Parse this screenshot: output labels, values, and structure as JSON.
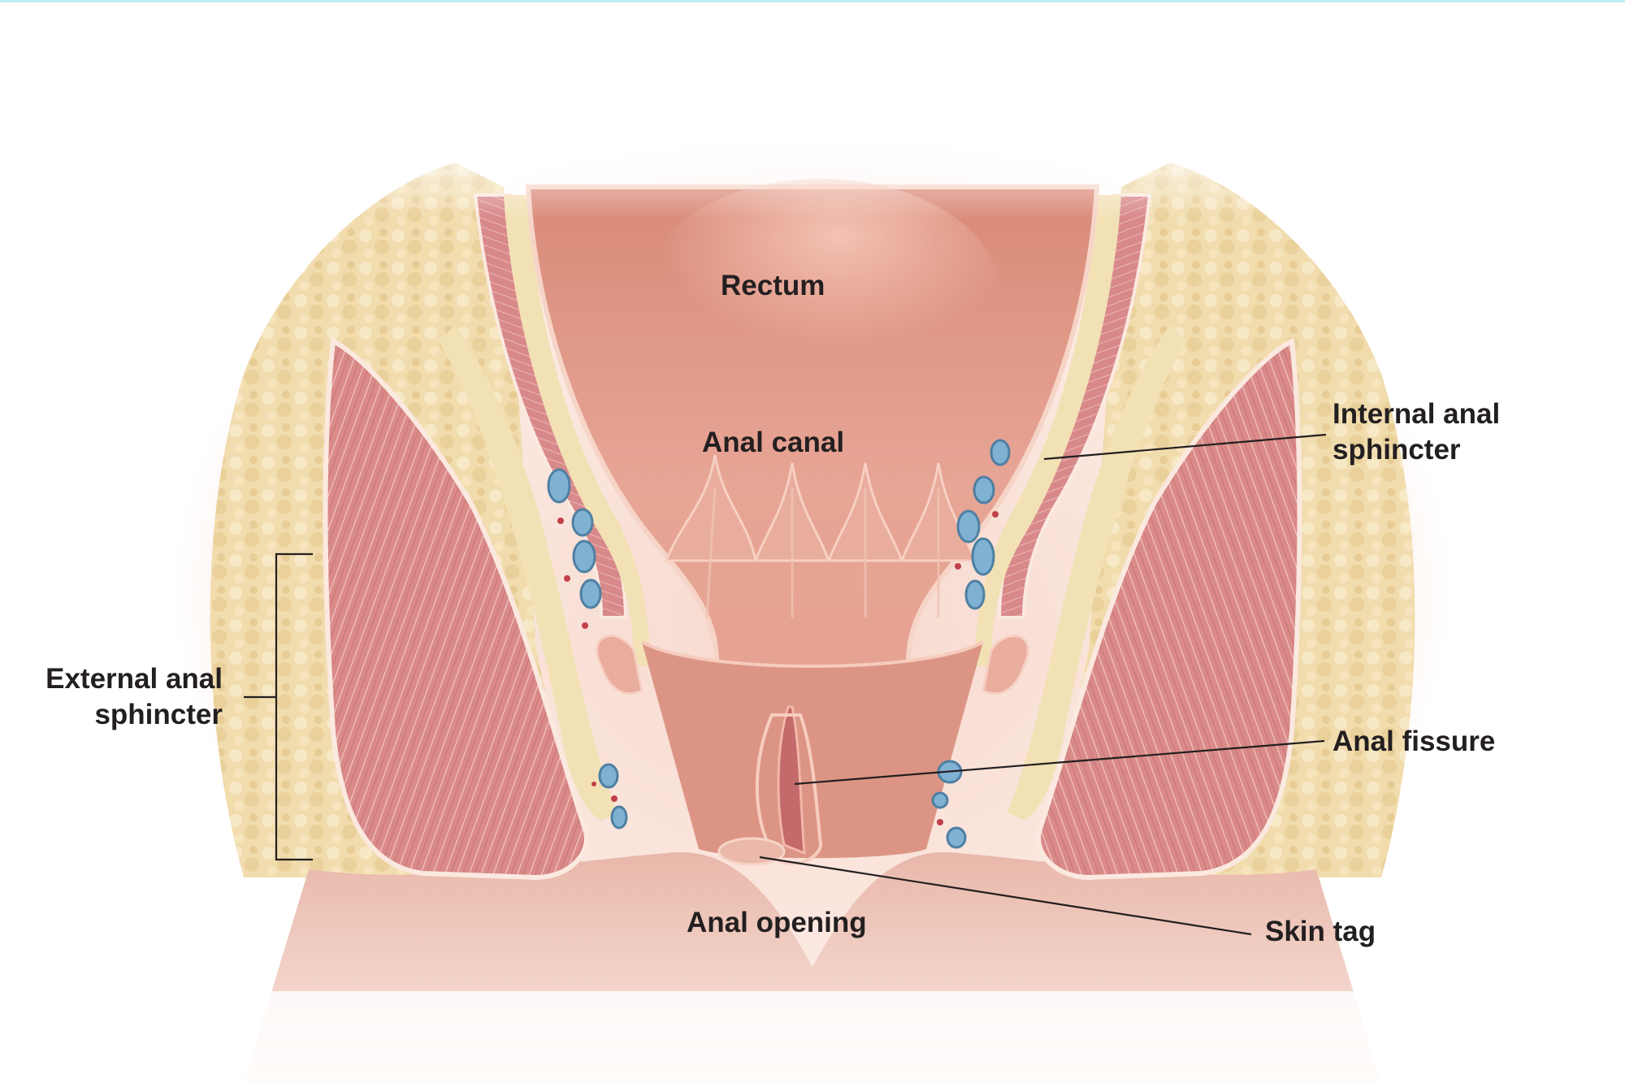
{
  "labels": {
    "rectum": "Rectum",
    "anal_canal": "Anal canal",
    "internal_anal_sphincter": [
      "Internal anal",
      "sphincter"
    ],
    "external_anal_sphincter": [
      "External anal",
      "sphincter"
    ],
    "anal_fissure": "Anal fissure",
    "anal_opening": "Anal opening",
    "skin_tag": "Skin tag"
  },
  "colors": {
    "fat": "#f1dcae",
    "muscle": "#d98a89",
    "mucosa": "#df9c8c",
    "vein": "#7fb2d2",
    "artery": "#c1404a",
    "skin": "#f2d2c8",
    "leader_line": "#231f20"
  }
}
